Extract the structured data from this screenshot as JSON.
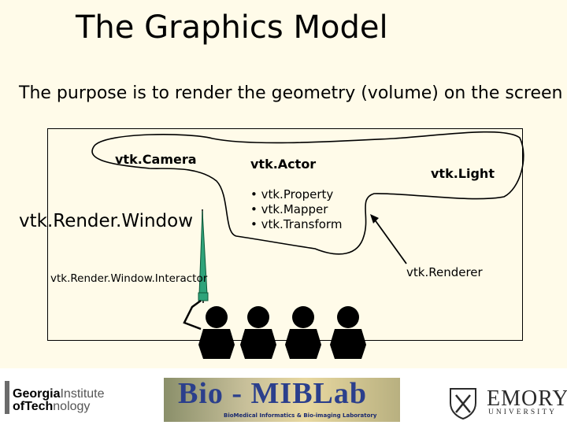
{
  "slide": {
    "title": "The Graphics Model",
    "subtitle": "The purpose is to render the geometry (volume) on the screen"
  },
  "diagram": {
    "camera": "vtk.Camera",
    "actor": "vtk.Actor",
    "light": "vtk.Light",
    "render_window": "vtk.Render.Window",
    "actor_parts": [
      "• vtk.Property",
      "• vtk.Mapper",
      "• vtk.Transform"
    ],
    "interactor": "vtk.Render.Window.Interactor",
    "renderer": "vtk.Renderer"
  },
  "footer": {
    "georgia_tech": {
      "line1_bold": "Georgia",
      "line1_light": "Institute",
      "line2_bold": "of",
      "line2_mid": "Tech",
      "line2_light": "nology"
    },
    "biomiblab": {
      "name": "Bio - MIBLab",
      "tagline": "BioMedical Informatics & Bio-imaging Laboratory"
    },
    "emory": {
      "name": "EMORY",
      "sub": "UNIVERSITY"
    }
  },
  "colors": {
    "background": "#fffbe9",
    "wand": "#2fa37a",
    "heads": "#000000"
  }
}
